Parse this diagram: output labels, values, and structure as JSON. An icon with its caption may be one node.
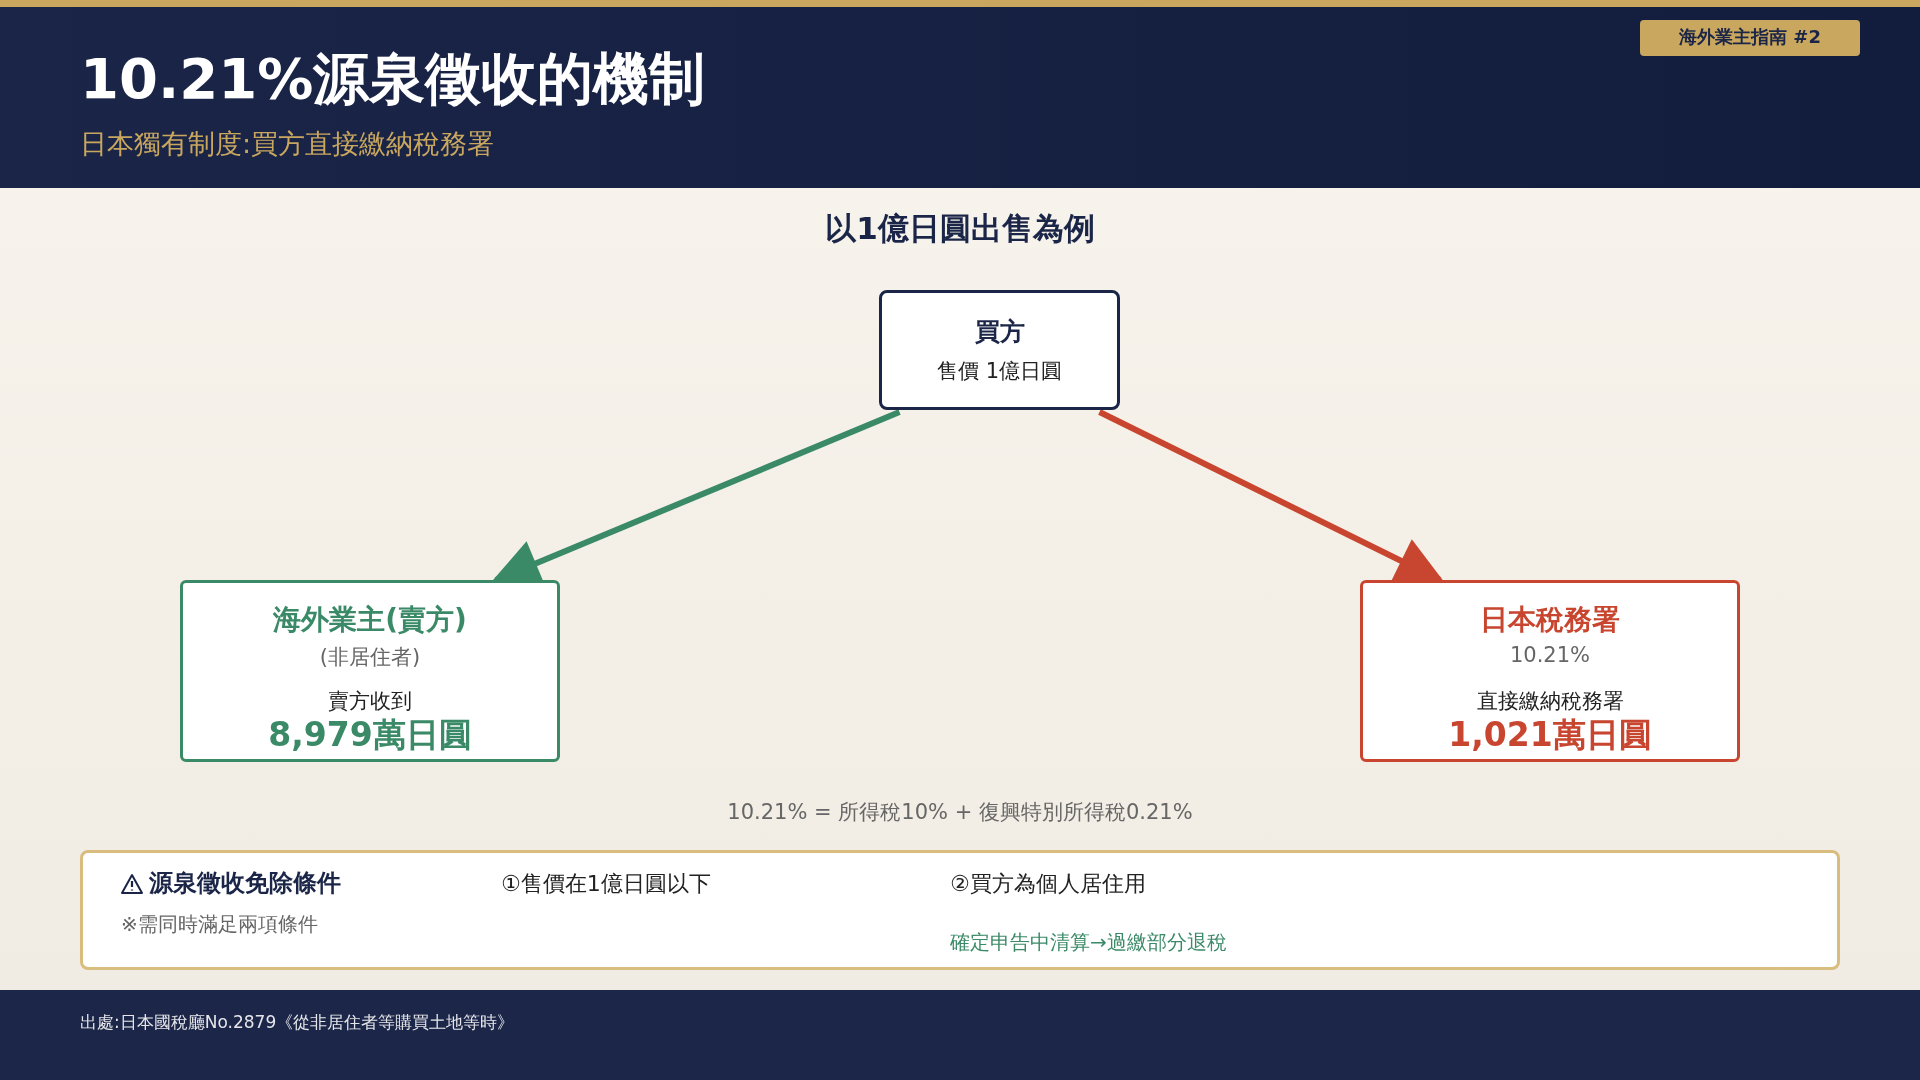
{
  "diagram": {
    "title": "10.21%源泉徵收的機制",
    "nodes": [
      {
        "text": [
          "海外業主指南 #2"
        ]
      },
      {
        "text": [
          "買方",
          "售價 1億日圓"
        ]
      },
      {
        "text": [
          "海外業主(賣方)",
          "(非居住者)",
          "賣方收到",
          "8,979萬日圓"
        ]
      },
      {
        "text": [
          "日本稅務署",
          "10.21%",
          "直接繳納稅務署",
          "1,021萬日圓"
        ]
      },
      {
        "text": [
          "源泉徵收免除條件",
          "※需同時滿足兩項條件",
          "①售價在1億日圓以下",
          "②買方為個人居住用",
          "確定申告中清算→過繳部分退稅"
        ]
      }
    ],
    "edges": [
      {
        "from": 1,
        "to": 2,
        "arrow": "to",
        "color": "#3b8a67"
      },
      {
        "from": 1,
        "to": 3,
        "arrow": "to",
        "color": "#c8462f"
      }
    ],
    "labels": [
      "日本獨有制度:買方直接繳納稅務署",
      "以1億日圓出售為例",
      "10.21% = 所得稅10% + 復興特別所得稅0.21%",
      "出處:日本國稅廳No.2879《從非居住者等購買土地等時》"
    ]
  }
}
